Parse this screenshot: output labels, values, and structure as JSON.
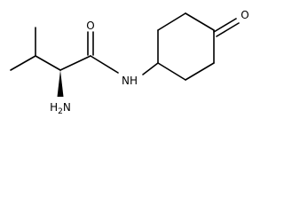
{
  "molecule": {
    "atoms": {
      "carbonyl_o": "O",
      "amide_nh": "NH",
      "amine_h": "H",
      "amine_sub": "2",
      "amine_n": "N",
      "ketone_o": "O"
    }
  }
}
